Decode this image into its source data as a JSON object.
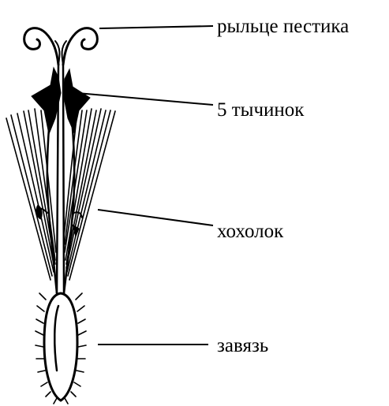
{
  "labels": {
    "stigma": "рыльце пестика",
    "stamens": "5 тычинок",
    "pappus": "хохолок",
    "ovary": "завязь"
  }
}
